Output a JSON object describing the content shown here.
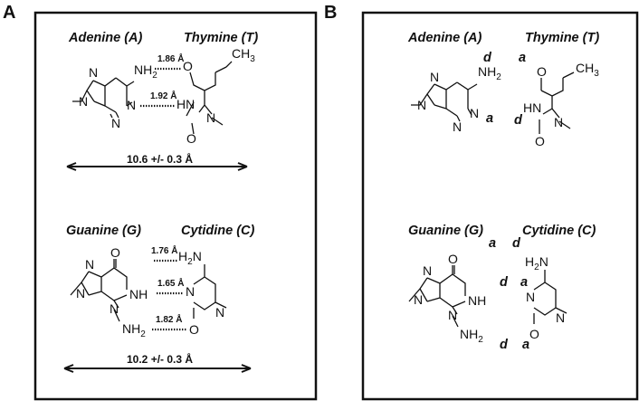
{
  "panel_a": {
    "letter": "A",
    "pair_at": {
      "left_name": "Adenine (A)",
      "right_name": "Thymine (T)",
      "hbond_1": "1.86 Å",
      "hbond_2": "1.92 Å",
      "width": "10.6 +/- 0.3 Å"
    },
    "pair_gc": {
      "left_name": "Guanine (G)",
      "right_name": "Cytidine (C)",
      "hbond_1": "1.76 Å",
      "hbond_2": "1.65 Å",
      "hbond_3": "1.82 Å",
      "width": "10.2 +/- 0.3 Å"
    }
  },
  "panel_b": {
    "letter": "B",
    "pair_at": {
      "left_name": "Adenine (A)",
      "right_name": "Thymine (T)",
      "adenine_sites": [
        "d",
        "a"
      ],
      "thymine_sites": [
        "a",
        "d"
      ]
    },
    "pair_gc": {
      "left_name": "Guanine (G)",
      "right_name": "Cytidine (C)",
      "guanine_sites": [
        "a",
        "d",
        "d"
      ],
      "cytidine_sites": [
        "d",
        "a",
        "a"
      ]
    }
  },
  "atoms": {
    "N": "N",
    "O": "O",
    "NH": "NH",
    "HN": "HN",
    "NH2_main": "NH",
    "H2N_main": "H",
    "H2N_rest": "N",
    "two": "2",
    "CH3_main": "CH",
    "three": "3"
  }
}
